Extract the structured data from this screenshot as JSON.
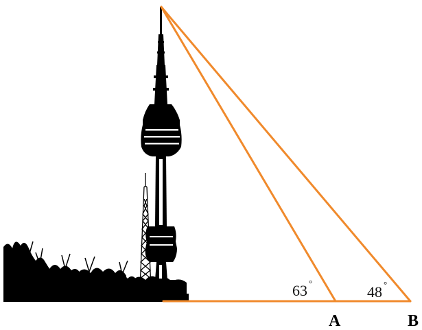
{
  "figure": {
    "angles": [
      {
        "value": "63",
        "unit": "°"
      },
      {
        "value": "48",
        "unit": "°"
      }
    ],
    "points": [
      {
        "label": "A"
      },
      {
        "label": "B"
      }
    ],
    "colors": {
      "lines": "#f08a2c",
      "silhouette": "#000000",
      "background": "#ffffff"
    },
    "images": {
      "tower": "tower-silhouette",
      "trees": "tree-silhouette"
    }
  }
}
